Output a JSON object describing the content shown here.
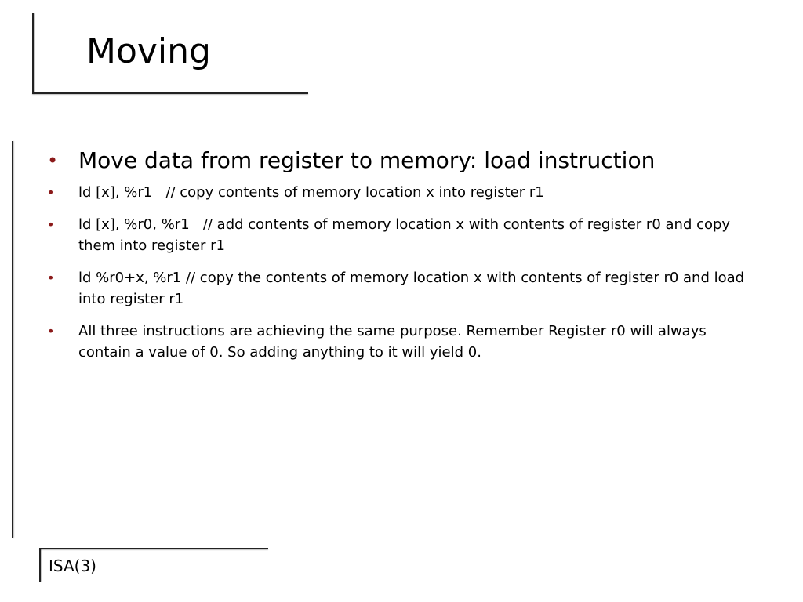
{
  "title": "Moving",
  "bullets": [
    {
      "text": "Move data from register to memory: load instruction"
    },
    {
      "text": "ld [x], %r1   // copy contents of memory location x into register r1"
    },
    {
      "text": "ld [x], %r0, %r1   // add contents of memory location x with contents of register r0 and copy them into register r1"
    },
    {
      "text": "ld %r0+x, %r1 // copy the contents of memory location x with contents of register r0 and load into register r1"
    },
    {
      "text": "All three instructions are achieving the same purpose. Remember Register r0 will always contain a value of 0. So adding anything to it will yield 0."
    }
  ],
  "bullet_symbol": "•",
  "bullet_color": "#8b1a1a",
  "footer": "ISA(3)"
}
